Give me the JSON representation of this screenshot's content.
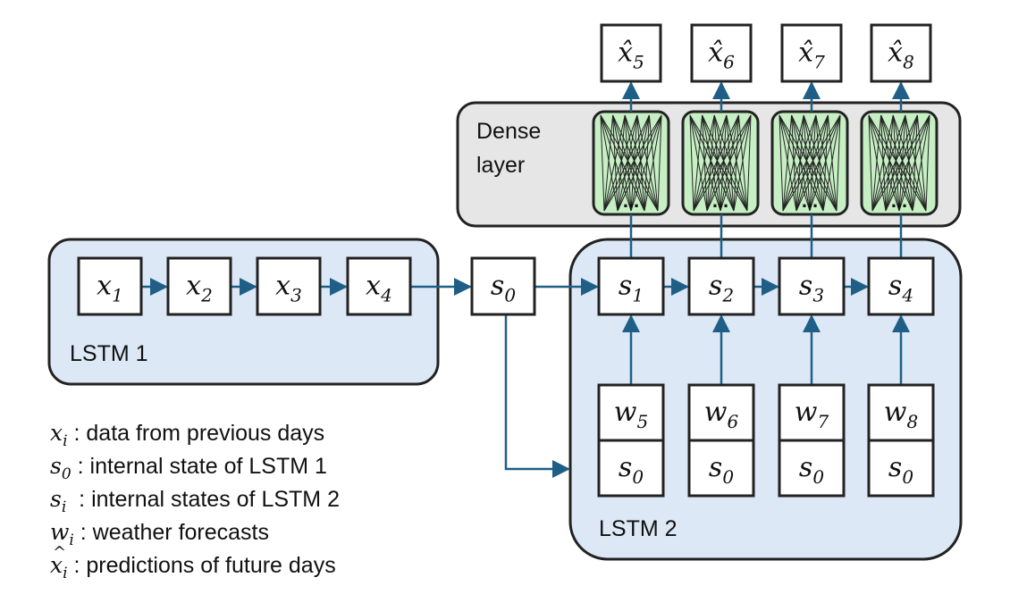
{
  "groups": {
    "lstm1_label": "LSTM 1",
    "lstm2_label": "LSTM 2",
    "dense_label_line1": "Dense",
    "dense_label_line2": "layer"
  },
  "inputs": [
    {
      "sym": "x",
      "sub": "1"
    },
    {
      "sym": "x",
      "sub": "2"
    },
    {
      "sym": "x",
      "sub": "3"
    },
    {
      "sym": "x",
      "sub": "4"
    }
  ],
  "bridge_state": {
    "sym": "s",
    "sub": "0"
  },
  "states": [
    {
      "sym": "s",
      "sub": "1"
    },
    {
      "sym": "s",
      "sub": "2"
    },
    {
      "sym": "s",
      "sub": "3"
    },
    {
      "sym": "s",
      "sub": "4"
    }
  ],
  "weather": [
    {
      "sym": "w",
      "sub": "5"
    },
    {
      "sym": "w",
      "sub": "6"
    },
    {
      "sym": "w",
      "sub": "7"
    },
    {
      "sym": "w",
      "sub": "8"
    }
  ],
  "weather_state": {
    "sym": "s",
    "sub": "0"
  },
  "outputs": [
    {
      "sym": "x̂",
      "sub": "5"
    },
    {
      "sym": "x̂",
      "sub": "6"
    },
    {
      "sym": "x̂",
      "sub": "7"
    },
    {
      "sym": "x̂",
      "sub": "8"
    }
  ],
  "dense_ellipsis": "...",
  "legend": [
    {
      "sym": "x",
      "sub": "i",
      "hat": false,
      "text": " : data from previous days"
    },
    {
      "sym": "s",
      "sub": "0",
      "hat": false,
      "text": " : internal state of LSTM 1"
    },
    {
      "sym": "s",
      "sub": "i",
      "hat": false,
      "text": "  : internal states of LSTM 2"
    },
    {
      "sym": "w",
      "sub": "i",
      "hat": false,
      "text": " : weather forecasts"
    },
    {
      "sym": "x",
      "sub": "i",
      "hat": true,
      "text": " : predictions of future days"
    }
  ],
  "colors": {
    "arrow": "#1f5f87",
    "group_fill": "#dce8f5",
    "dense_fill": "#e6e6e6",
    "neuron_fill": "#c6efc4",
    "stroke": "#222222"
  }
}
